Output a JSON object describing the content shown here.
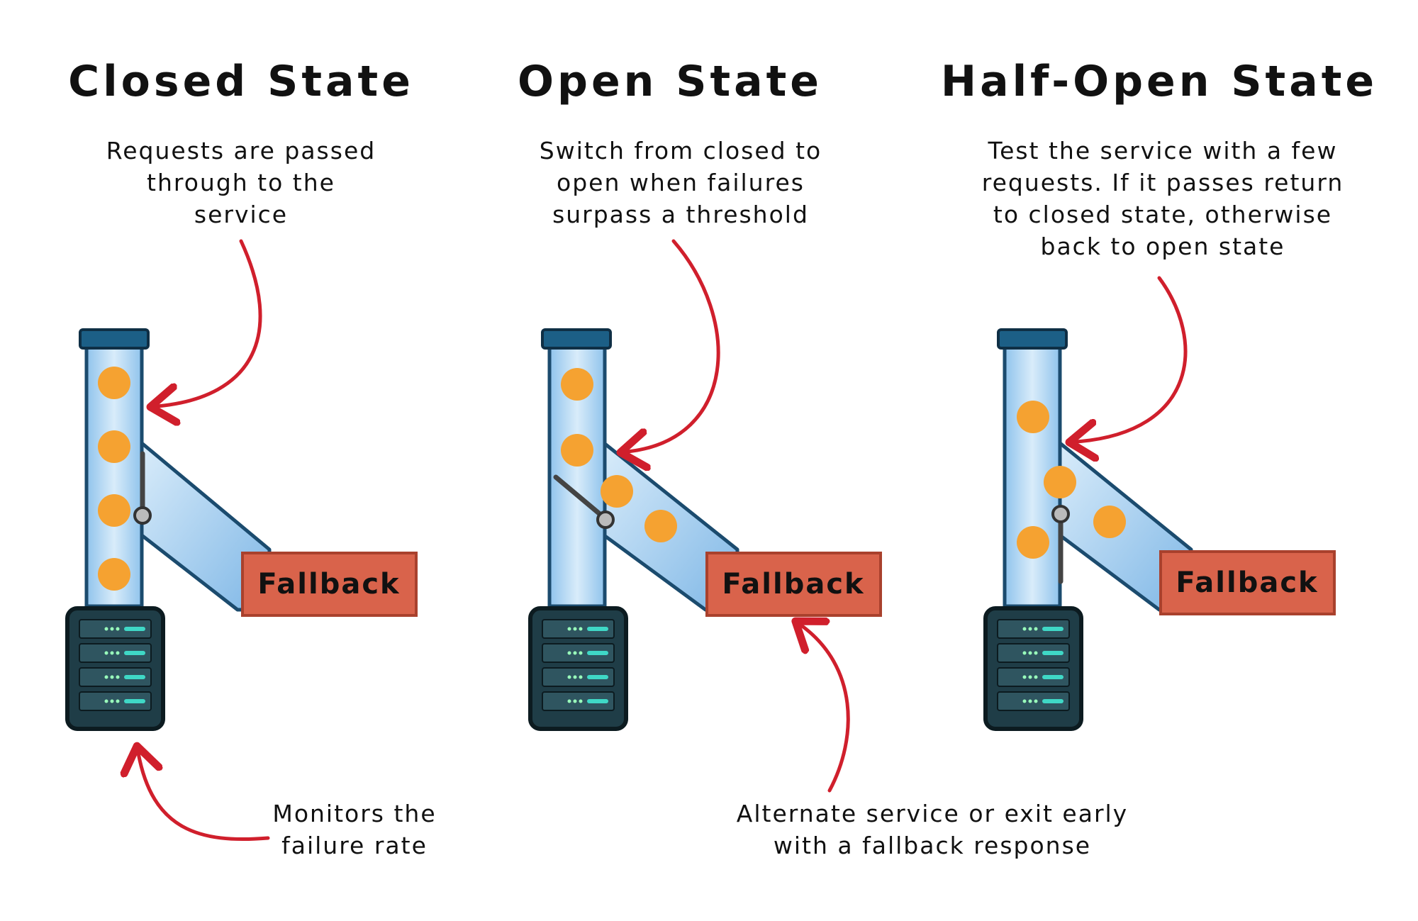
{
  "panels": [
    {
      "title": "Closed State",
      "description": "Requests are passed\nthrough to the\nservice",
      "fallback_label": "Fallback"
    },
    {
      "title": "Open State",
      "description": "Switch from closed to\nopen when failures\nsurpass a threshold",
      "fallback_label": "Fallback"
    },
    {
      "title": "Half-Open State",
      "description": "Test the service with a few\nrequests. If it passes return\nto closed state, otherwise\nback to open state",
      "fallback_label": "Fallback"
    }
  ],
  "notes": {
    "monitor": "Monitors the\nfailure rate",
    "fallback": "Alternate service or exit early\nwith a fallback response"
  },
  "colors": {
    "arrow": "#d01f2c",
    "pipe": "#b9dcf6",
    "pipe_border": "#1b4b6e",
    "cap": "#1c5f86",
    "request_dot": "#f5a231",
    "fallback_box": "#d9634b",
    "server": "#1f3d47",
    "server_light": "#3fd8c6"
  },
  "icons": [
    "pipe-icon",
    "server-icon",
    "switch-lever-icon",
    "request-dot-icon",
    "curved-arrow-icon"
  ]
}
